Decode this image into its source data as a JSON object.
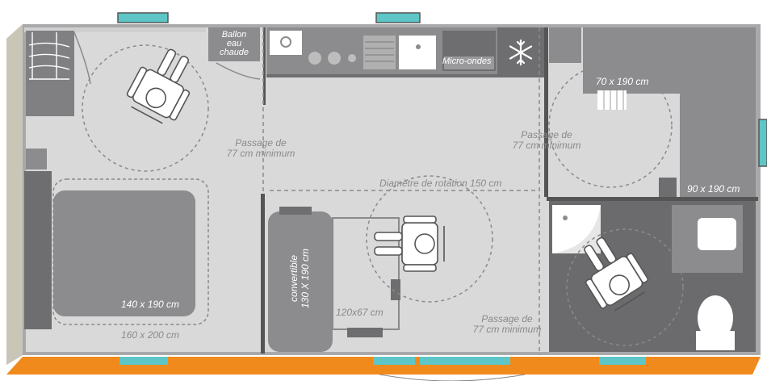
{
  "labels": {
    "ballon": [
      "Ballon",
      "eau",
      "chaude"
    ],
    "micro_ondes": "Micro-ondes",
    "passage_left": [
      "Passage de",
      "77 cm minimum"
    ],
    "passage_right": [
      "Passage de",
      "77 cm minimum"
    ],
    "passage_bottom": [
      "Passage de",
      "77 cm minimum"
    ],
    "diametre": "Diamètre de rotation 150 cm",
    "bed_main": "140 x 190 cm",
    "bed_main_outer": "160 x 200 cm",
    "sofa": [
      "convertible",
      "130 X 190 cm"
    ],
    "table": "120x67 cm",
    "bed_top_right": "70 x 190 cm",
    "bed_right": "90 x 190 cm"
  },
  "icons": {
    "freezer": "snowflake-icon",
    "wheelchair": "wheelchair-user-icon"
  },
  "colors": {
    "floor": "#d9d9d9",
    "furniture": "#8c8c8e",
    "furniture_dark": "#6e6e70",
    "wall": "#6d6d6f",
    "bathroom": "#6b6b6d",
    "window": "#5ec6c6",
    "terrace": "#f08a1c",
    "label_dark": "#8a8a8a"
  }
}
